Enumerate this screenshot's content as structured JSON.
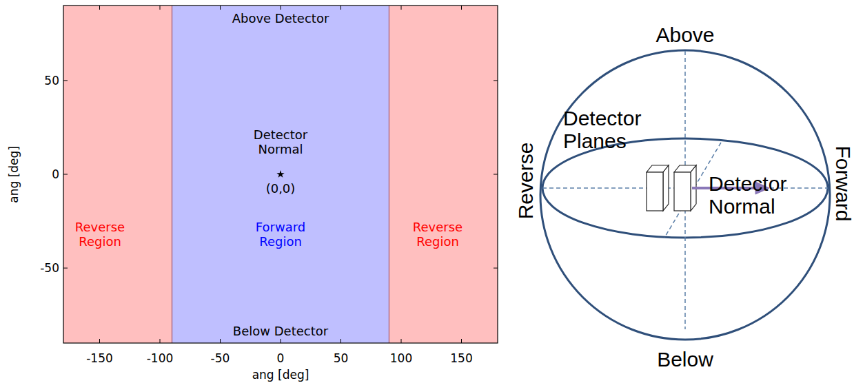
{
  "diagram": {
    "nodes": [
      {
        "text": [
          "Reverse Region"
        ]
      },
      {
        "text": [
          "Above Detector",
          "Detector Normal",
          "(0,0)",
          "Forward Region",
          "Below Detector"
        ]
      },
      {
        "text": [
          "Reverse Region"
        ]
      }
    ],
    "labels": [
      "-150",
      "-100",
      "-50",
      "0",
      "50",
      "100",
      "150",
      "50",
      "0",
      "-50",
      "ang [deg]",
      "ang [deg]",
      "Above",
      "Detector Planes",
      "Reverse",
      "Detector Normal",
      "Forward",
      "Below"
    ]
  }
}
